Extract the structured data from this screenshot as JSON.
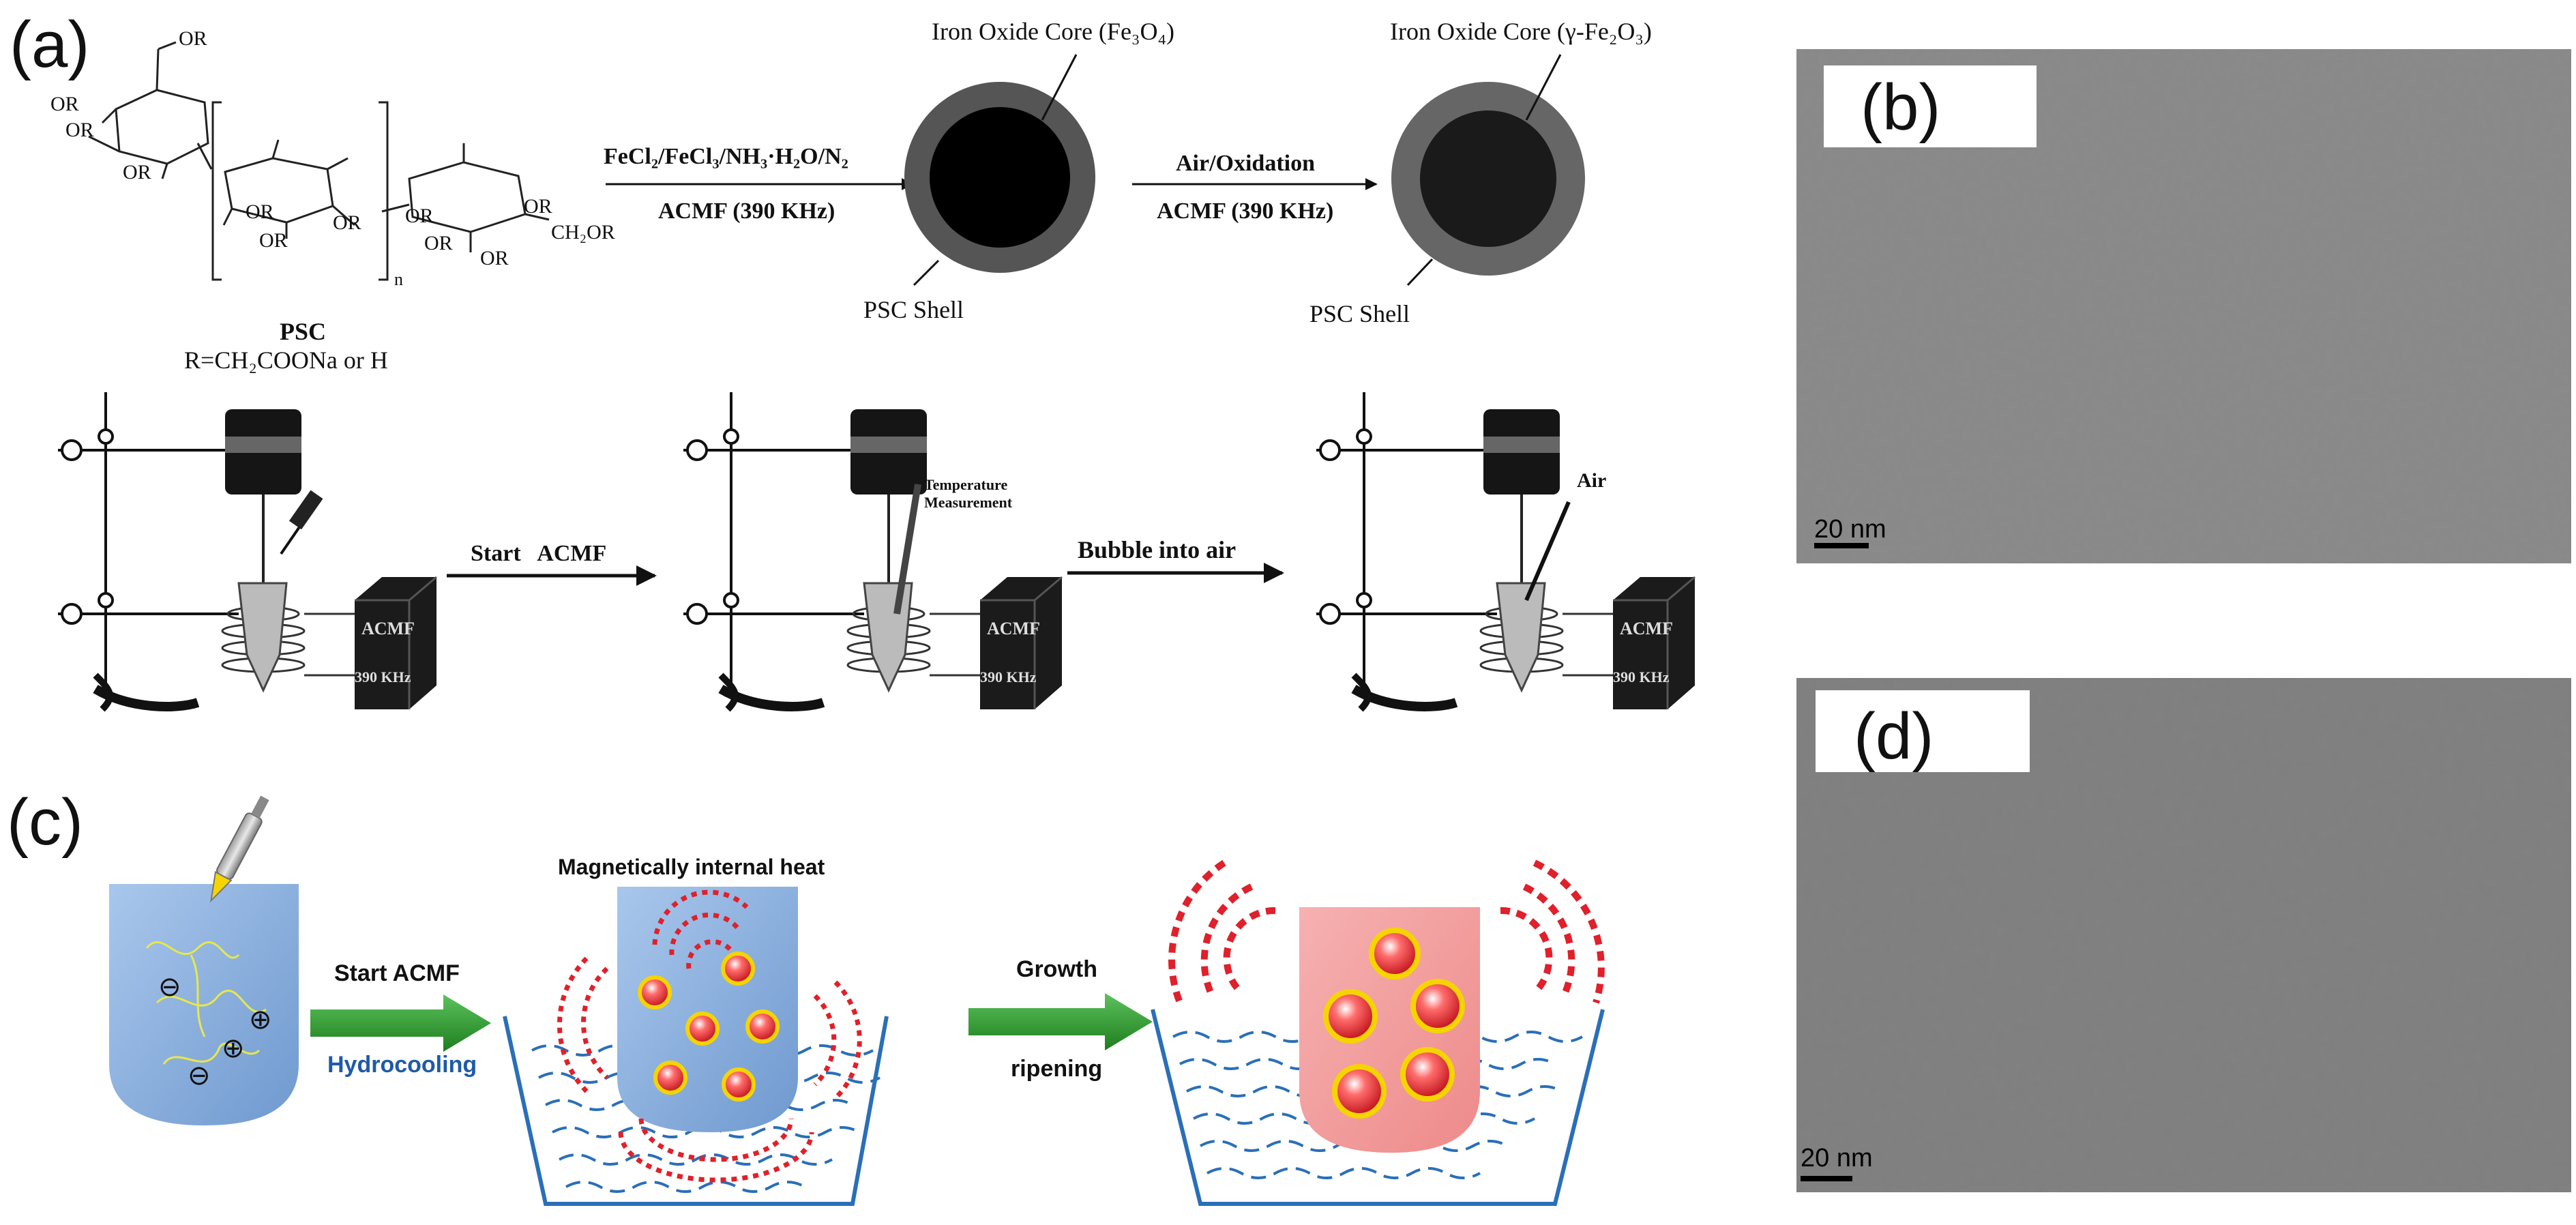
{
  "panels": {
    "a": "(a)",
    "b": "(b)",
    "c": "(c)",
    "d": "(d)"
  },
  "panel_a": {
    "psc_label": "PSC",
    "r_group": "R=CH₂COONa or H",
    "or_group": "OR",
    "ch2or": "CH₂OR",
    "n_subscript": "n",
    "step1_top": "FeCl₂/FeCl₃/NH₃·H₂O/N₂",
    "step1_bottom": "ACMF (390 KHz)",
    "step2_top": "Air/Oxidation",
    "step2_bottom": "ACMF (390 KHz)",
    "core1_label": "Iron Oxide Core (Fe₃O₄)",
    "core2_label": "Iron Oxide Core (γ-Fe₂O₃)",
    "shell_label": "PSC Shell",
    "setup_arrow1": "Start   ACMF",
    "setup_arrow2": "Bubble into air",
    "temperature_label_1": "Temperature",
    "temperature_label_2": "Measurement",
    "air_label": "Air",
    "acmf_box": "ACMF",
    "khz_box": "390 KHz"
  },
  "panel_c": {
    "arrow1_top": "Start ACMF",
    "arrow1_bottom": "Hydrocooling",
    "heat_title": "Magnetically internal heat",
    "arrow2_top": "Growth",
    "arrow2_bottom": "ripening",
    "minus": "⊖",
    "plus": "⊕"
  },
  "tem": {
    "scale_b": "20 nm",
    "scale_d": "20 nm"
  },
  "colors": {
    "arrow_green": "#2e9a2e",
    "beaker_blue": "#8fb4e0",
    "beaker_pink": "#f29a9a",
    "wave_blue": "#2a6fb8",
    "heat_red": "#e0202a",
    "particle_red": "#e8222a",
    "particle_ring": "#f5d400",
    "hydro_blue": "#1f5aa8"
  }
}
